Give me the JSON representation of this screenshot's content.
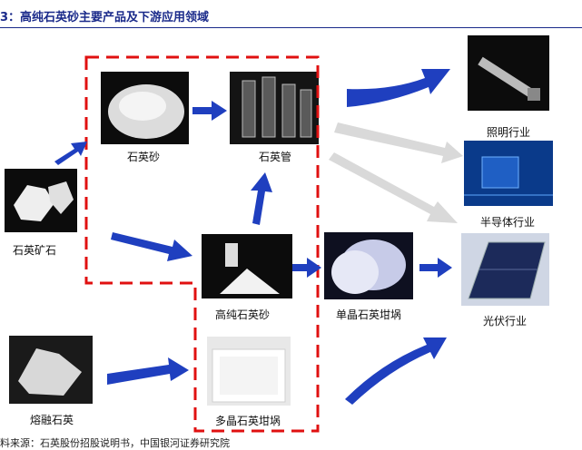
{
  "header": {
    "title": "3：高纯石英砂主要产品及下游应用领域"
  },
  "nodes": {
    "quartz_sand": "石英砂",
    "quartz_tube": "石英管",
    "quartz_ore": "石英矿石",
    "hp_quartz_sand": "高纯石英砂",
    "mono_crucible": "单晶石英坩埚",
    "fused_quartz": "熔融石英",
    "poly_crucible": "多晶石英坩埚",
    "lighting": "照明行业",
    "semiconductor": "半导体行业",
    "photovoltaic": "光伏行业"
  },
  "footer": {
    "source": "料来源：石英股份招股说明书，中国银河证券研究院"
  },
  "colors": {
    "arrow_blue": "#1f3fbf",
    "arrow_gray": "#d9d9d9",
    "dash_red": "#e01010",
    "title_blue": "#1a2a8a"
  }
}
